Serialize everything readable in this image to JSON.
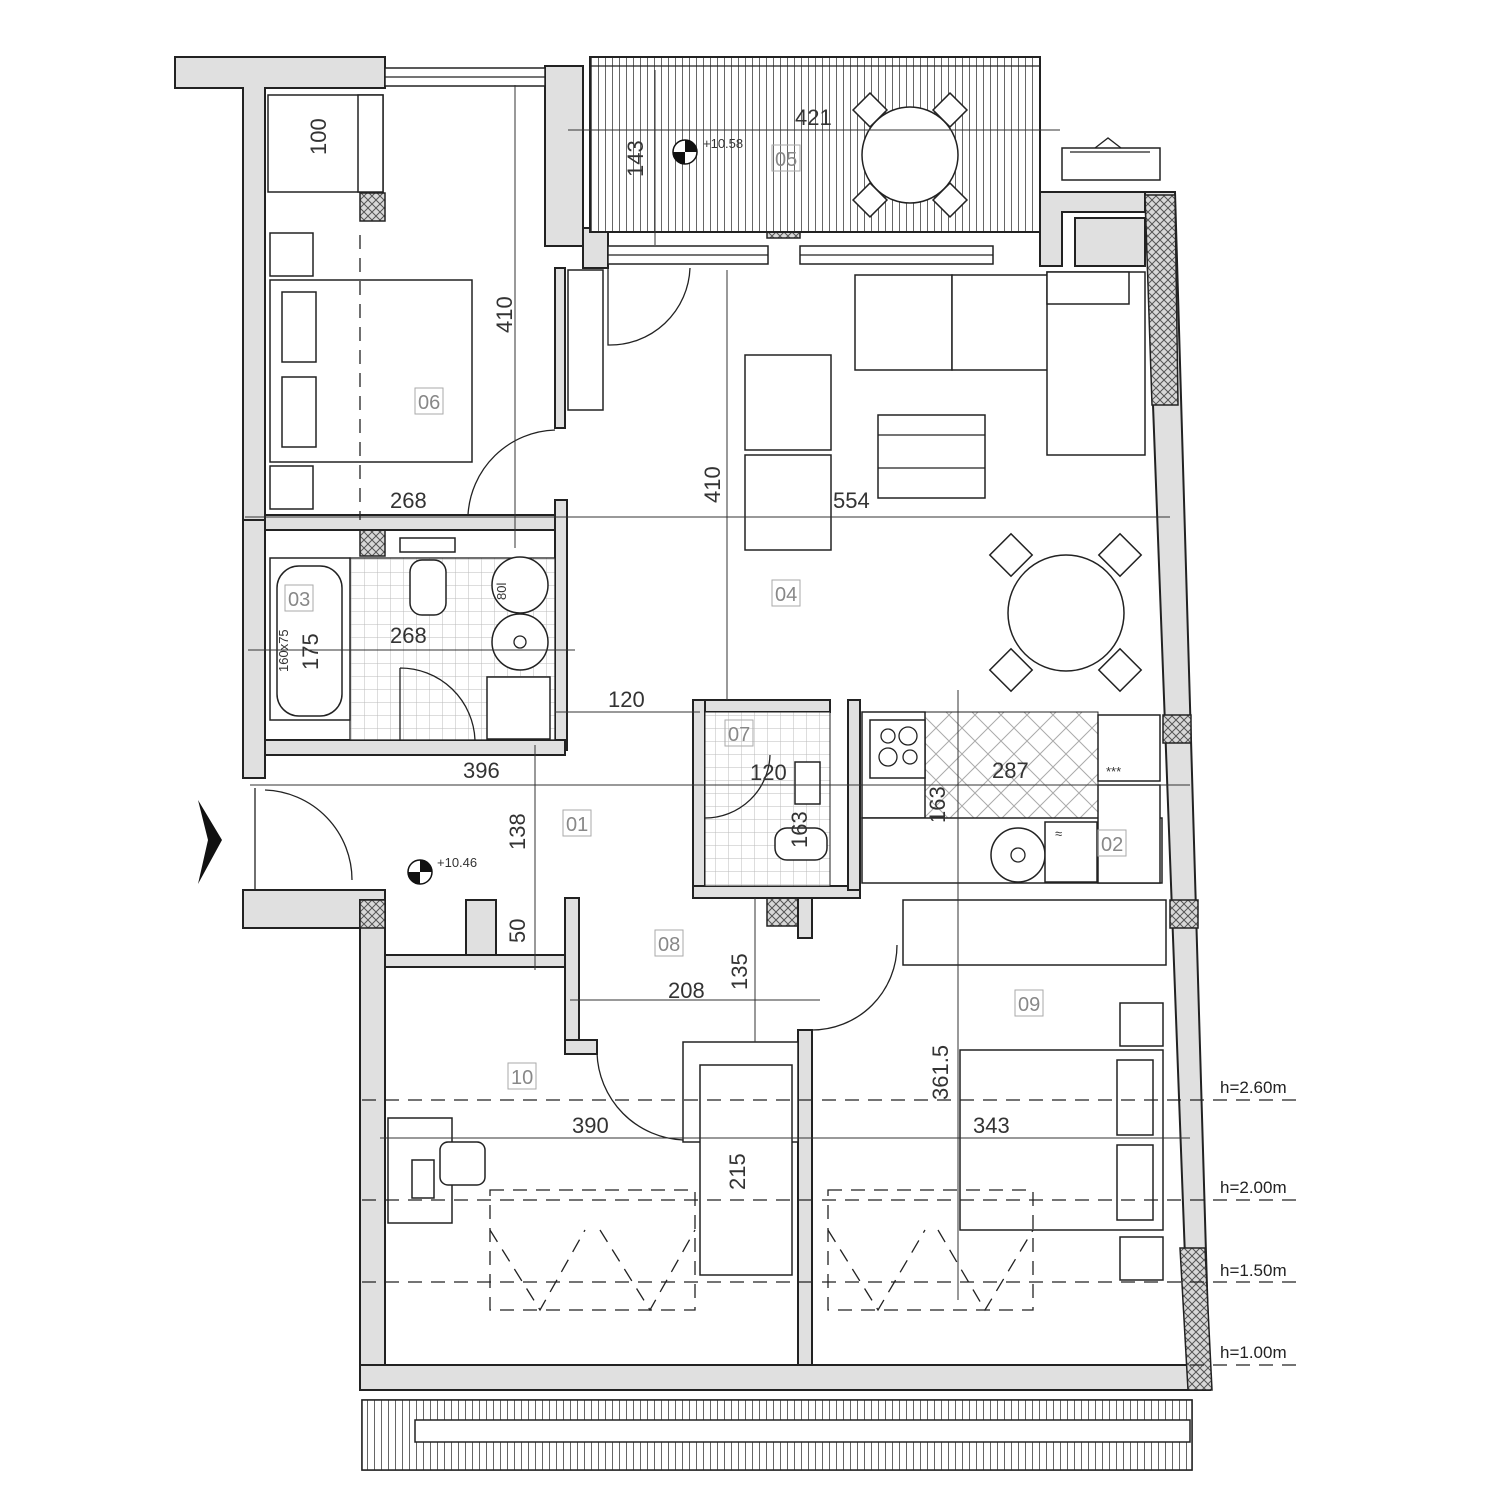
{
  "rooms": {
    "r01": "01",
    "r02": "02",
    "r03": "03",
    "r04": "04",
    "r05": "05",
    "r06": "06",
    "r07": "07",
    "r08": "08",
    "r09": "09",
    "r10": "10"
  },
  "dimensions": {
    "d421": "421",
    "d143": "143",
    "d100": "100",
    "d410_bed": "410",
    "d410_living": "410",
    "d268_top": "268",
    "d554": "554",
    "d268_bath": "268",
    "d175": "175",
    "d120_a": "120",
    "d120_b": "120",
    "d396": "396",
    "d287": "287",
    "d163": "163",
    "d163_wc": "163",
    "d138": "138",
    "d50": "50",
    "d208": "208",
    "d135": "135",
    "d361_5": "361.5",
    "d390": "390",
    "d343": "343",
    "d215": "215"
  },
  "levels": {
    "balcony": "+10.58",
    "entrance": "+10.46"
  },
  "bathtub_size": "160x75",
  "boiler_label": "80l",
  "heights": {
    "h260": "h=2.60m",
    "h200": "h=2.00m",
    "h150": "h=1.50m",
    "h100": "h=1.00m"
  },
  "symbols": {
    "stove": "***",
    "washer": "≈"
  }
}
